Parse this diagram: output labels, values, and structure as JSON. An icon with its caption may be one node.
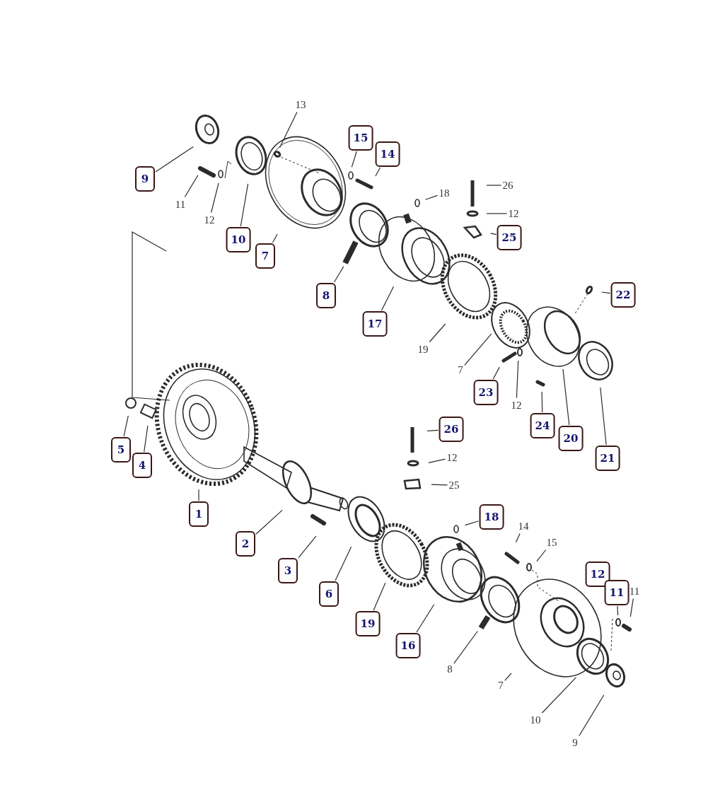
{
  "diagram": {
    "nodes": [
      {
        "text": [
          "13"
        ]
      },
      {
        "text": [
          "15"
        ]
      },
      {
        "text": [
          "14"
        ]
      },
      {
        "text": [
          "9"
        ]
      },
      {
        "text": [
          "26"
        ]
      },
      {
        "text": [
          "18"
        ]
      },
      {
        "text": [
          "11"
        ]
      },
      {
        "text": [
          "12"
        ]
      },
      {
        "text": [
          "12"
        ]
      },
      {
        "text": [
          "25"
        ]
      },
      {
        "text": [
          "10"
        ]
      },
      {
        "text": [
          "7"
        ]
      },
      {
        "text": [
          "22"
        ]
      },
      {
        "text": [
          "8"
        ]
      },
      {
        "text": [
          "17"
        ]
      },
      {
        "text": [
          "19"
        ]
      },
      {
        "text": [
          "7"
        ]
      },
      {
        "text": [
          "23"
        ]
      },
      {
        "text": [
          "12"
        ]
      },
      {
        "text": [
          "24"
        ]
      },
      {
        "text": [
          "26"
        ]
      },
      {
        "text": [
          "20"
        ]
      },
      {
        "text": [
          "5"
        ]
      },
      {
        "text": [
          "12"
        ]
      },
      {
        "text": [
          "21"
        ]
      },
      {
        "text": [
          "4"
        ]
      },
      {
        "text": [
          "25"
        ]
      },
      {
        "text": [
          "1"
        ]
      },
      {
        "text": [
          "18"
        ]
      },
      {
        "text": [
          "14"
        ]
      },
      {
        "text": [
          "15"
        ]
      },
      {
        "text": [
          "2"
        ]
      },
      {
        "text": [
          "3"
        ]
      },
      {
        "text": [
          "12"
        ]
      },
      {
        "text": [
          "11"
        ]
      },
      {
        "text": [
          "11"
        ]
      },
      {
        "text": [
          "6"
        ]
      },
      {
        "text": [
          "19"
        ]
      },
      {
        "text": [
          "16"
        ]
      },
      {
        "text": [
          "8"
        ]
      },
      {
        "text": [
          "7"
        ]
      },
      {
        "text": [
          "10"
        ]
      },
      {
        "text": [
          "9"
        ]
      }
    ],
    "edges": [
      {
        "from": 0,
        "to": null,
        "arrow": "none"
      },
      {
        "from": 1,
        "to": null,
        "arrow": "none"
      },
      {
        "from": 2,
        "to": null,
        "arrow": "none"
      },
      {
        "from": 3,
        "to": null,
        "arrow": "none"
      },
      {
        "from": 4,
        "to": null,
        "arrow": "none"
      },
      {
        "from": 5,
        "to": null,
        "arrow": "none"
      },
      {
        "from": 6,
        "to": null,
        "arrow": "none"
      },
      {
        "from": 7,
        "to": null,
        "arrow": "none"
      },
      {
        "from": 8,
        "to": null,
        "arrow": "none"
      },
      {
        "from": 9,
        "to": null,
        "arrow": "none"
      },
      {
        "from": 10,
        "to": null,
        "arrow": "none"
      },
      {
        "from": 11,
        "to": null,
        "arrow": "none"
      },
      {
        "from": 12,
        "to": null,
        "arrow": "none"
      },
      {
        "from": 13,
        "to": null,
        "arrow": "none"
      },
      {
        "from": 14,
        "to": null,
        "arrow": "none"
      },
      {
        "from": 15,
        "to": null,
        "arrow": "none"
      },
      {
        "from": 16,
        "to": null,
        "arrow": "none"
      },
      {
        "from": 17,
        "to": null,
        "arrow": "none"
      },
      {
        "from": 18,
        "to": null,
        "arrow": "none"
      },
      {
        "from": 19,
        "to": null,
        "arrow": "none"
      },
      {
        "from": 20,
        "to": null,
        "arrow": "none"
      },
      {
        "from": 21,
        "to": null,
        "arrow": "none"
      },
      {
        "from": 22,
        "to": null,
        "arrow": "none"
      },
      {
        "from": 23,
        "to": null,
        "arrow": "none"
      },
      {
        "from": 24,
        "to": null,
        "arrow": "none"
      },
      {
        "from": 25,
        "to": null,
        "arrow": "none"
      },
      {
        "from": 26,
        "to": null,
        "arrow": "none"
      },
      {
        "from": 27,
        "to": null,
        "arrow": "none"
      },
      {
        "from": 28,
        "to": null,
        "arrow": "none"
      },
      {
        "from": 29,
        "to": null,
        "arrow": "none"
      },
      {
        "from": 30,
        "to": null,
        "arrow": "none"
      },
      {
        "from": 31,
        "to": null,
        "arrow": "none"
      },
      {
        "from": 32,
        "to": null,
        "arrow": "none"
      },
      {
        "from": 34,
        "to": null,
        "arrow": "none"
      },
      {
        "from": 35,
        "to": null,
        "arrow": "none"
      },
      {
        "from": 36,
        "to": null,
        "arrow": "none"
      },
      {
        "from": 37,
        "to": null,
        "arrow": "none"
      },
      {
        "from": 38,
        "to": null,
        "arrow": "none"
      },
      {
        "from": 39,
        "to": null,
        "arrow": "none"
      },
      {
        "from": 40,
        "to": null,
        "arrow": "none"
      },
      {
        "from": 41,
        "to": null,
        "arrow": "none"
      },
      {
        "from": 42,
        "to": null,
        "arrow": "none"
      }
    ]
  }
}
